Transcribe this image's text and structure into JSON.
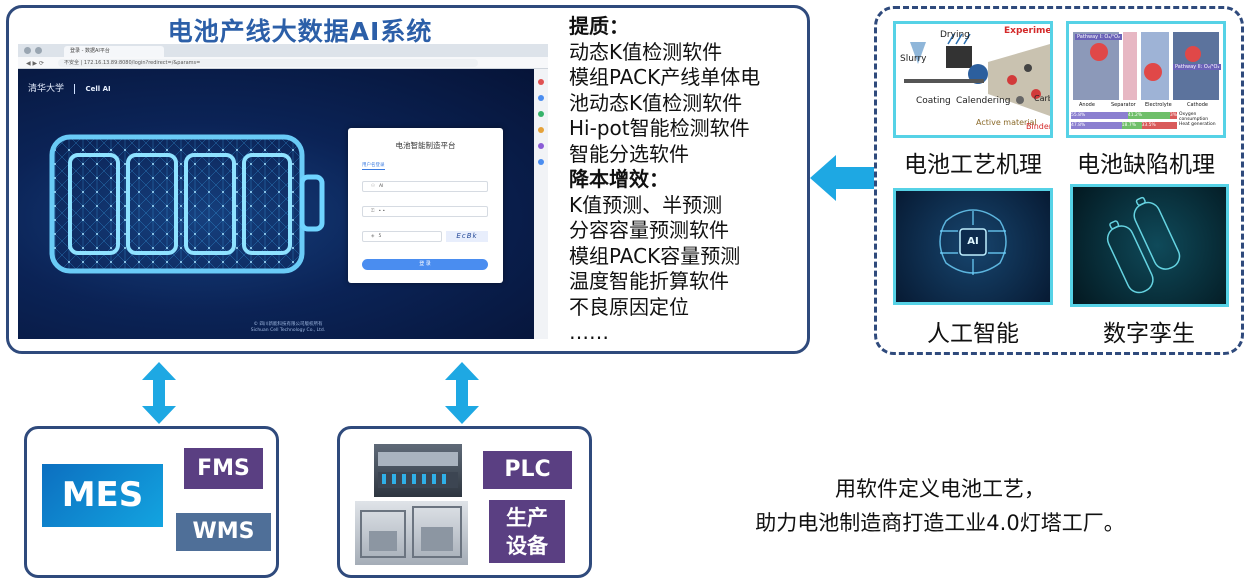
{
  "main_panel": {
    "title": "电池产线大数据AI系统"
  },
  "screenshot": {
    "tab_title": "登录 - 数据AI平台",
    "address": "不安全 | 172.16.13.89:8080/login?redirect=/&params=",
    "logo_left": "清华大学",
    "logo_right": "Cell AI",
    "login": {
      "title": "电池智能制造平台",
      "tab": "用户名登录",
      "username": "AI",
      "password": "• •",
      "captcha_input": "5",
      "captcha_code": "EcBk",
      "submit": "登 录"
    },
    "footer_cn": "© 四川新能科技有限公司版权所有",
    "footer_en": "Sichuan Cell Technology Co., Ltd."
  },
  "features": {
    "quality_heading": "提质：",
    "quality_items": [
      "动态K值检测软件",
      "模组PACK产线单体电",
      "池动态K值检测软件",
      "Hi-pot智能检测软件",
      "智能分选软件"
    ],
    "cost_heading": "降本增效：",
    "cost_items": [
      "K值预测、半预测",
      "分容容量预测软件",
      "模组PACK容量预测",
      "温度智能折算软件",
      "不良原因定位",
      "……"
    ]
  },
  "tech": {
    "process": {
      "label": "电池工艺机理",
      "words": {
        "slurry": "Slurry",
        "drying": "Drying",
        "experiment": "Experiment",
        "coating": "Coating",
        "calendering": "Calendering",
        "active": "Active material",
        "binder": "Binder",
        "carb": "Carb"
      }
    },
    "defect": {
      "label": "电池缺陷机理",
      "words": {
        "path1": "Pathway I: O₂/¹O₂",
        "path2": "Pathway II: O₂/¹O₂",
        "anode": "Anode",
        "separator": "Separator",
        "electrolyte": "Electrolyte",
        "cathode": "Cathode",
        "oxygen": "Oxygen consumption",
        "heat": "Heat generation"
      },
      "bars": [
        {
          "a": "55.8%",
          "b": "41.2%",
          "c": "3%"
        },
        {
          "a": "47.8%",
          "b": "18.7%",
          "c": "33.5%"
        }
      ]
    },
    "ai": {
      "label": "人工智能",
      "chip": "AI"
    },
    "twin": {
      "label": "数字孪生"
    }
  },
  "systems": {
    "mes": "MES",
    "fms": "FMS",
    "wms": "WMS",
    "plc": "PLC",
    "equipment": [
      "生产",
      "设备"
    ]
  },
  "slogan": {
    "line1": "用软件定义电池工艺，",
    "line2": "助力电池制造商打造工业4.0灯塔工厂。"
  },
  "colors": {
    "panel_border": "#2f4a7c",
    "title_blue": "#2c5fa8",
    "arrow_blue": "#1ea8e3",
    "purple_box": "#5a3f82",
    "tech_frame": "#56d2e6"
  }
}
